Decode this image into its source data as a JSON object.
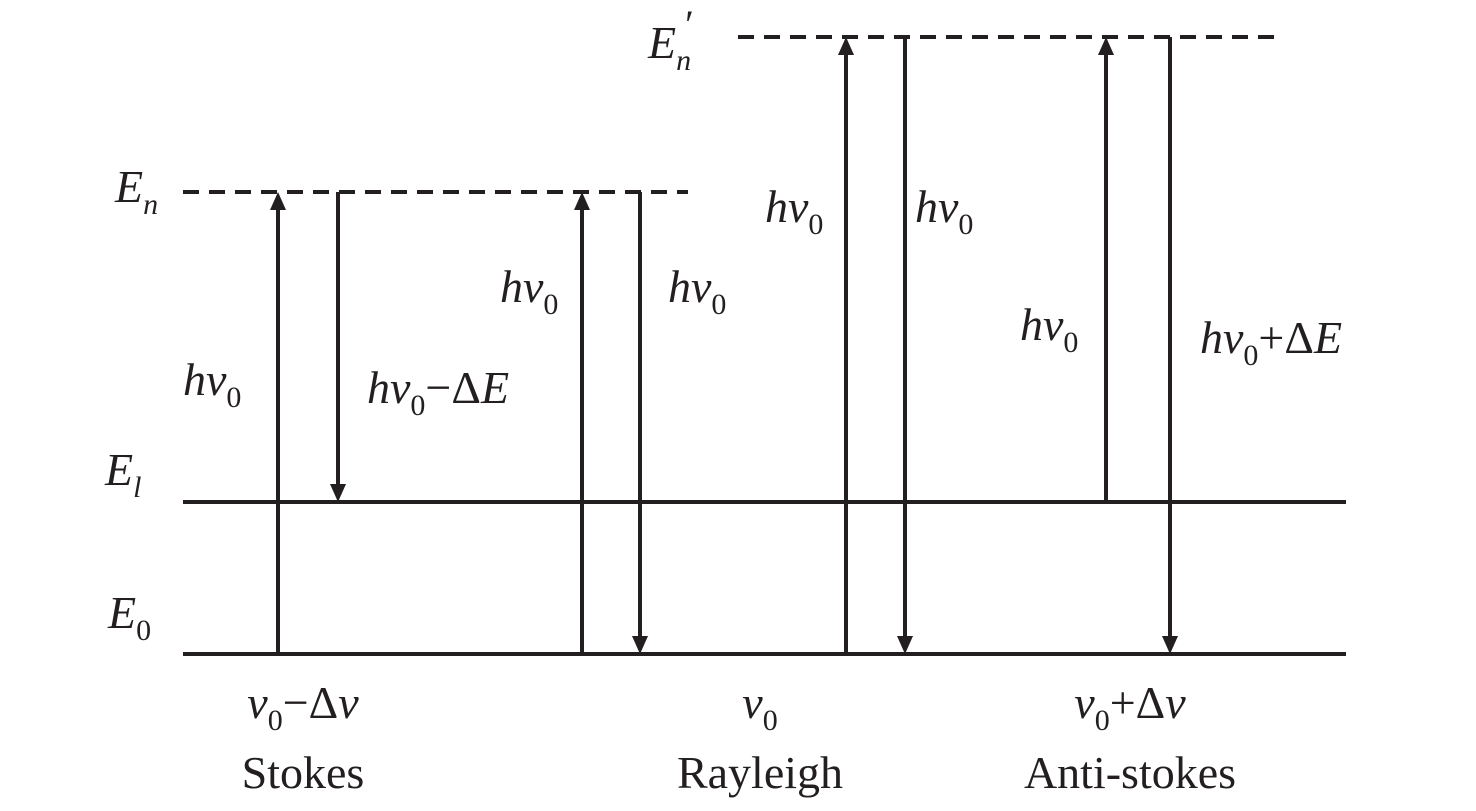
{
  "title": "Energy level diagram of Rayleigh, Stokes and Anti-Stokes scattering",
  "colors": {
    "line": "#231f20",
    "background": "#ffffff"
  },
  "levels": [
    {
      "id": "En_prime",
      "symbol": "E",
      "sub": "n",
      "sup": "′",
      "style": "dashed"
    },
    {
      "id": "En",
      "symbol": "E",
      "sub": "n",
      "sup": "",
      "style": "dashed"
    },
    {
      "id": "El",
      "symbol": "E",
      "sub": "l",
      "sup": "",
      "style": "solid"
    },
    {
      "id": "E0",
      "symbol": "E",
      "sub": "0",
      "sup": "",
      "style": "solid"
    }
  ],
  "transitions": [
    {
      "group": "stokes",
      "from": "E0",
      "to": "En",
      "direction": "up",
      "label": {
        "main": "hv",
        "sub": "0",
        "rest": ""
      }
    },
    {
      "group": "stokes",
      "from": "En",
      "to": "El",
      "direction": "down",
      "label": {
        "main": "hv",
        "sub": "0",
        "rest": "−ΔE"
      }
    },
    {
      "group": "rayleigh-low",
      "from": "E0",
      "to": "En",
      "direction": "up",
      "label": {
        "main": "hv",
        "sub": "0",
        "rest": ""
      }
    },
    {
      "group": "rayleigh-low",
      "from": "En",
      "to": "E0",
      "direction": "down",
      "label": {
        "main": "hv",
        "sub": "0",
        "rest": ""
      }
    },
    {
      "group": "rayleigh-high",
      "from": "E0",
      "to": "En_prime",
      "direction": "up",
      "label": {
        "main": "hv",
        "sub": "0",
        "rest": ""
      }
    },
    {
      "group": "rayleigh-high",
      "from": "En_prime",
      "to": "E0",
      "direction": "down",
      "label": {
        "main": "hv",
        "sub": "0",
        "rest": ""
      }
    },
    {
      "group": "anti-stokes",
      "from": "El",
      "to": "En_prime",
      "direction": "up",
      "label": {
        "main": "hv",
        "sub": "0",
        "rest": ""
      }
    },
    {
      "group": "anti-stokes",
      "from": "En_prime",
      "to": "E0",
      "direction": "down",
      "label": {
        "main": "hv",
        "sub": "0",
        "rest": "+ΔE"
      }
    }
  ],
  "bottom_labels": [
    {
      "freq_main": "v",
      "freq_sub": "0",
      "freq_rest": "−Δv",
      "name": "Stokes"
    },
    {
      "freq_main": "v",
      "freq_sub": "0",
      "freq_rest": "",
      "name": "Rayleigh"
    },
    {
      "freq_main": "v",
      "freq_sub": "0",
      "freq_rest": "+Δv",
      "name": "Anti-stokes"
    }
  ]
}
